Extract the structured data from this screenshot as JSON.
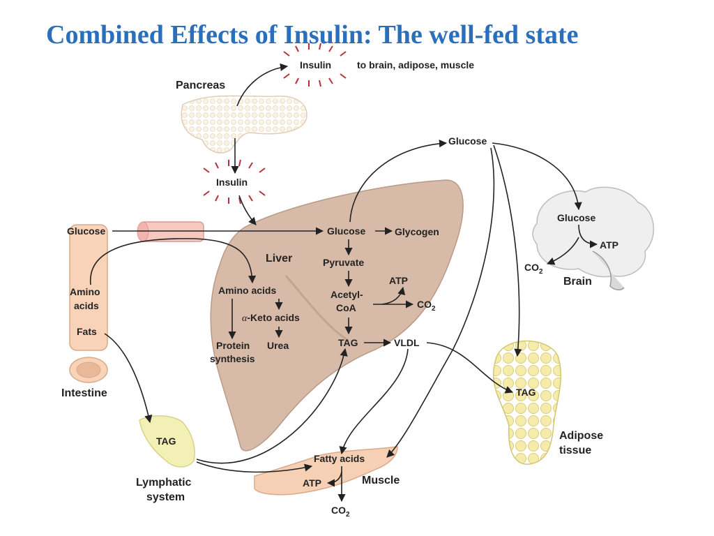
{
  "title": "Combined Effects of Insulin:  The well-fed state",
  "labels": {
    "insulin_top": "Insulin",
    "to_targets": "to brain, adipose, muscle",
    "pancreas": "Pancreas",
    "insulin_mid": "Insulin",
    "glucose_top": "Glucose",
    "glucose_intestine": "Glucose",
    "glucose_liver": "Glucose",
    "glycogen": "Glycogen",
    "glucose_brain": "Glucose",
    "atp_brain": "ATP",
    "co2_brain": "CO",
    "brain": "Brain",
    "liver": "Liver",
    "pyruvate": "Pyruvate",
    "amino_acids_liver": "Amino acids",
    "acetyl_1": "Acetyl-",
    "acetyl_2": "CoA",
    "atp_liver": "ATP",
    "co2_liver": "CO",
    "keto_alpha": "α",
    "keto_rest": "-Keto acids",
    "protein_1": "Protein",
    "protein_2": "synthesis",
    "urea": "Urea",
    "tag_liver": "TAG",
    "vldl": "VLDL",
    "amino_intestine_1": "Amino",
    "amino_intestine_2": "acids",
    "fats": "Fats",
    "intestine": "Intestine",
    "tag_adipose": "TAG",
    "adipose_1": "Adipose",
    "adipose_2": "tissue",
    "tag_lymph": "TAG",
    "lymph_1": "Lymphatic",
    "lymph_2": "system",
    "fatty_acids": "Fatty acids",
    "atp_muscle": "ATP",
    "muscle": "Muscle",
    "co2_muscle": "CO",
    "sub2": "2"
  },
  "colors": {
    "title": "#2a6fbb",
    "liver": "#d7bba8",
    "pancreas": "#f7ead9",
    "intestine": "#f8d3b8",
    "adipose": "#f2e8a0",
    "muscle": "#f6d0b4",
    "lymph": "#f3f0b5",
    "brain": "#ececec",
    "insulin_burst": "#b5303b"
  }
}
